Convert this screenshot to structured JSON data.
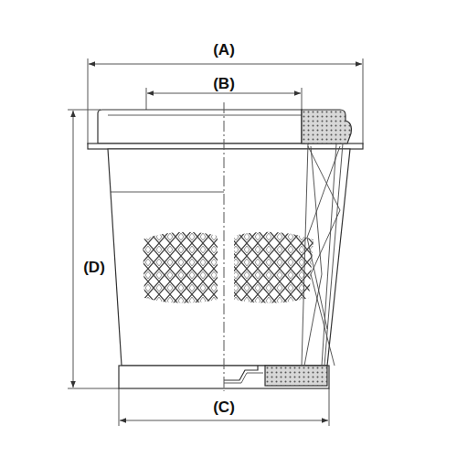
{
  "diagram": {
    "labels": [
      "(A)",
      "(B)",
      "(C)",
      "(D)"
    ]
  }
}
